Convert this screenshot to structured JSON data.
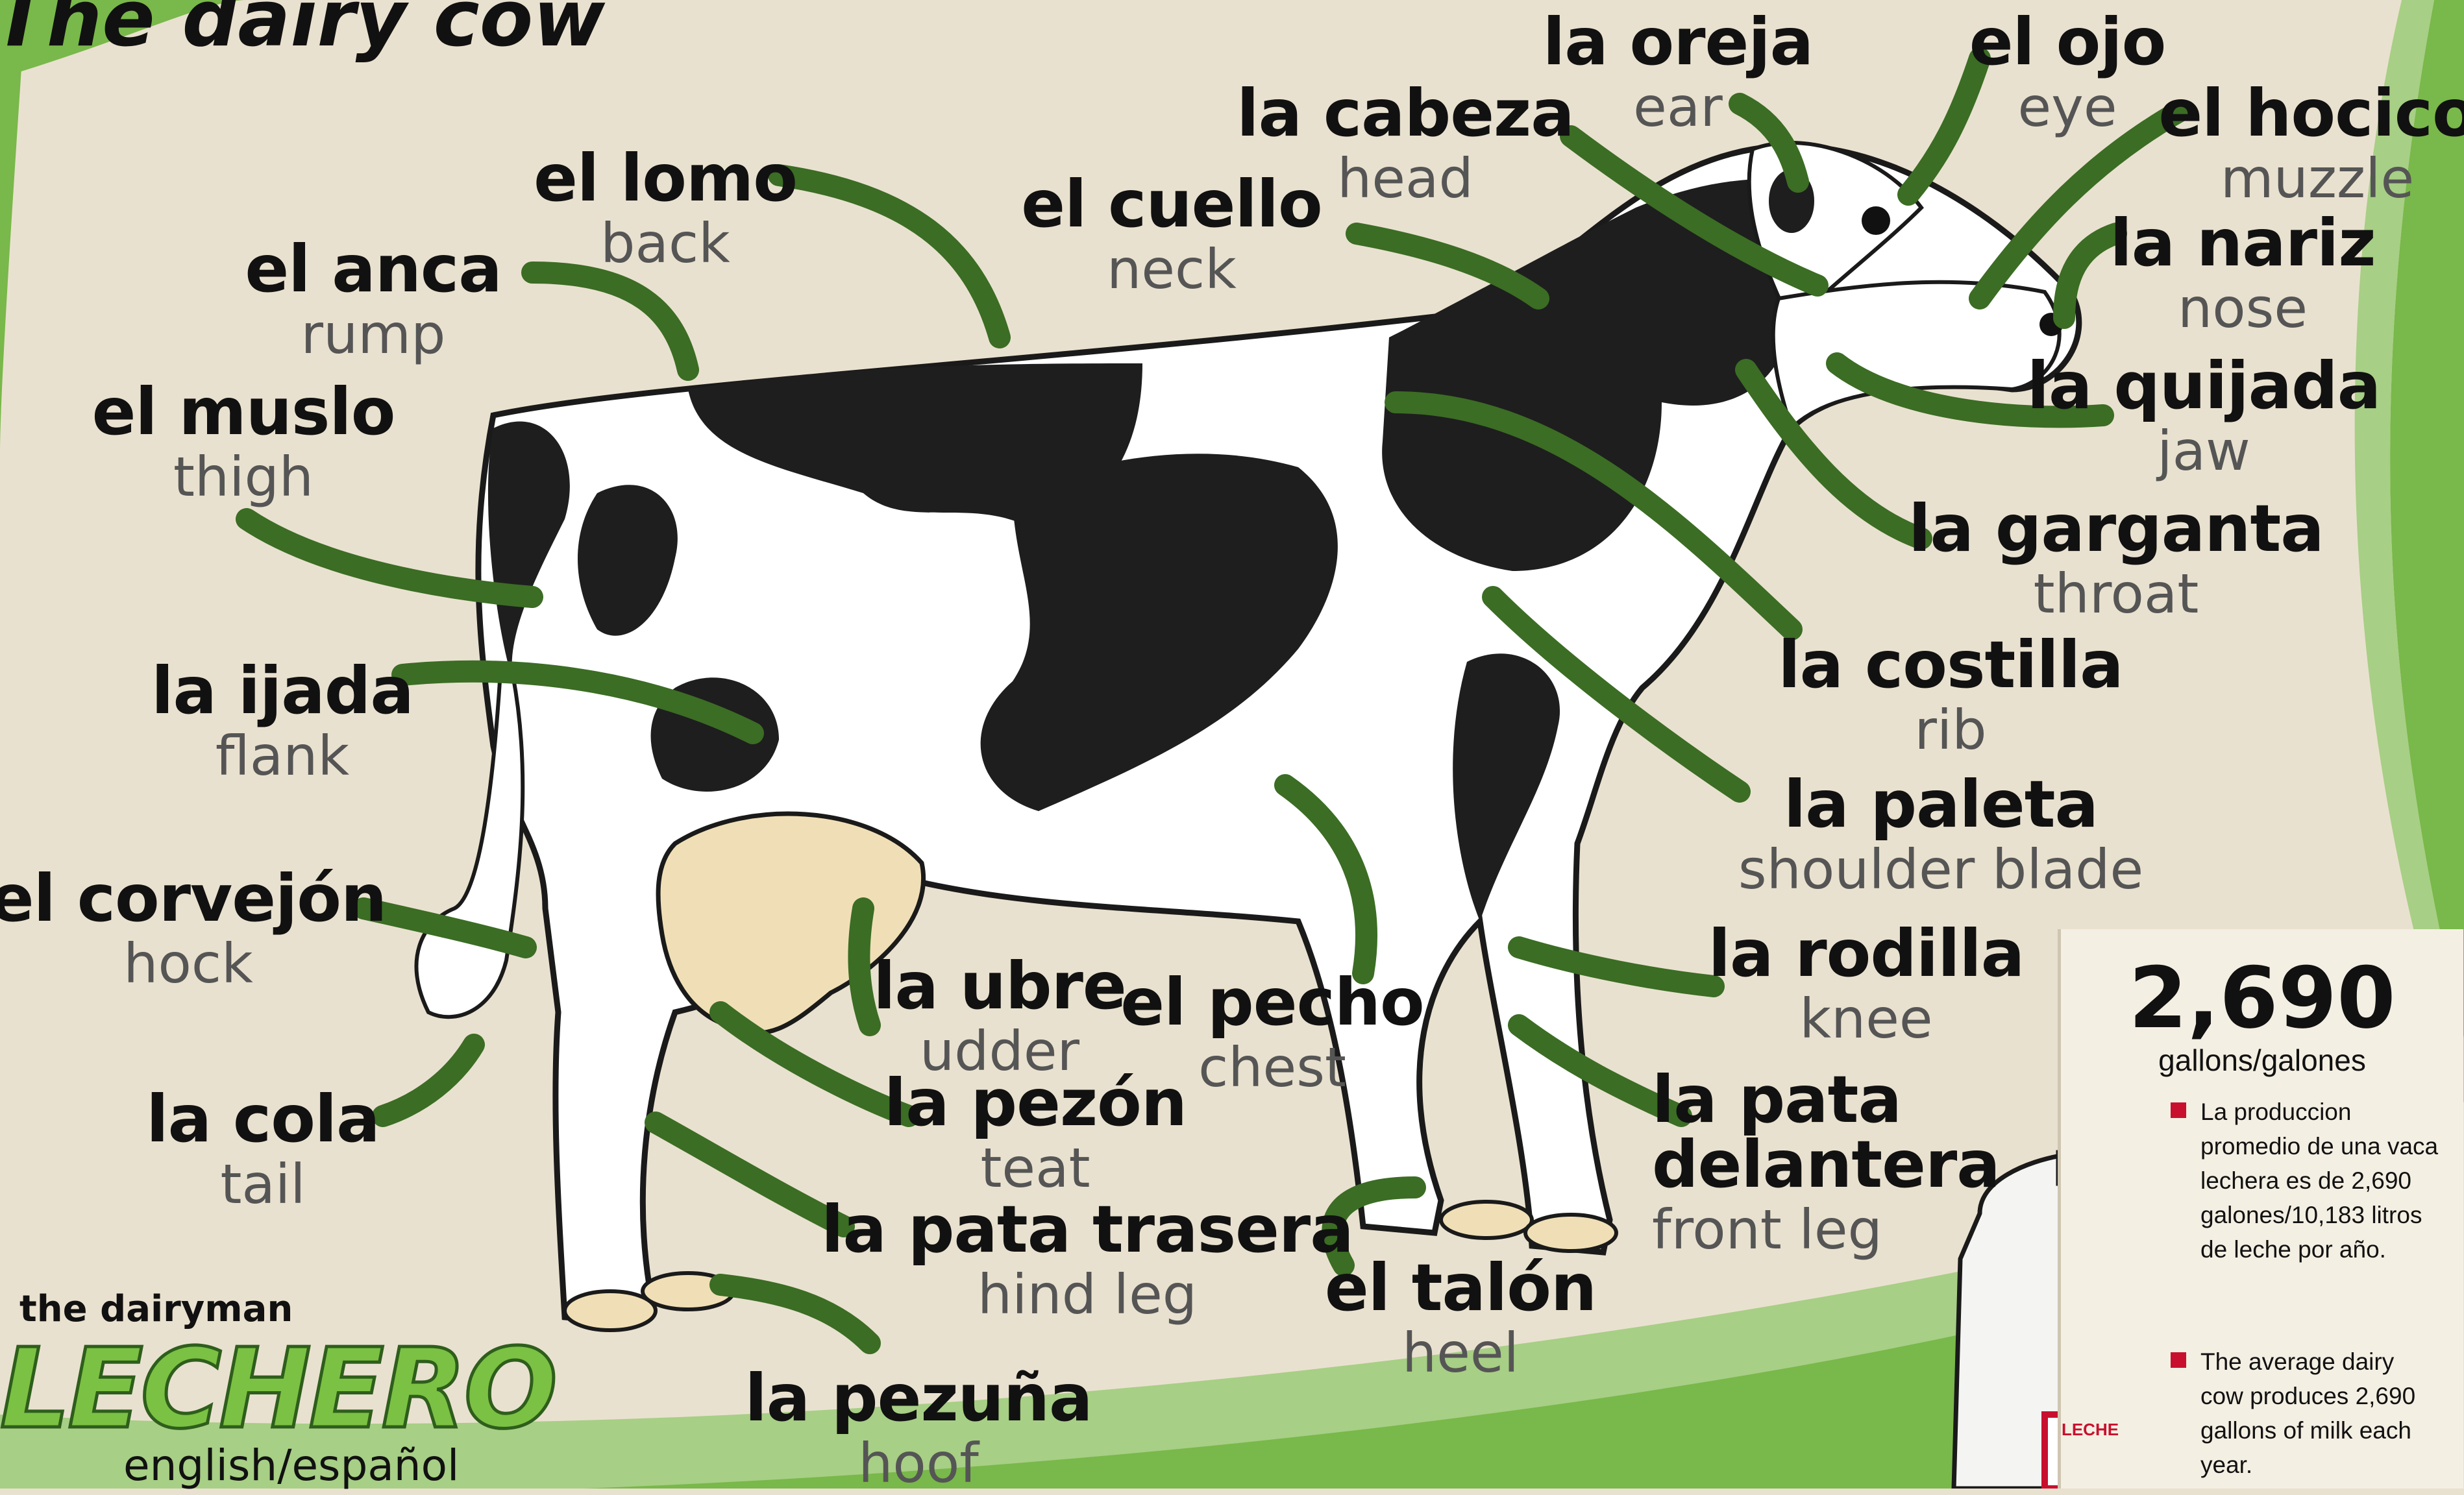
{
  "title": "The dairy cow",
  "brand": {
    "english": "the dairyman",
    "logo": "LECHERO",
    "subtitle": "english/español"
  },
  "labels": [
    {
      "id": "el-lomo",
      "es": "el lomo",
      "en": "back"
    },
    {
      "id": "el-anca",
      "es": "el anca",
      "en": "rump"
    },
    {
      "id": "el-muslo",
      "es": "el muslo",
      "en": "thigh"
    },
    {
      "id": "la-ijada",
      "es": "la ijada",
      "en": "flank"
    },
    {
      "id": "el-corvejon",
      "es": "el corvejón",
      "en": "hock"
    },
    {
      "id": "la-cola",
      "es": "la cola",
      "en": "tail"
    },
    {
      "id": "la-ubre",
      "es": "la ubre",
      "en": "udder"
    },
    {
      "id": "la-pezon",
      "es": "la pezón",
      "en": "teat"
    },
    {
      "id": "la-pata-trasera",
      "es": "la pata trasera",
      "en": "hind leg"
    },
    {
      "id": "la-pezuna",
      "es": "la pezuña",
      "en": "hoof"
    },
    {
      "id": "el-cuello",
      "es": "el cuello",
      "en": "neck"
    },
    {
      "id": "la-cabeza",
      "es": "la cabeza",
      "en": "head"
    },
    {
      "id": "la-oreja",
      "es": "la oreja",
      "en": "ear"
    },
    {
      "id": "el-ojo",
      "es": "el ojo",
      "en": "eye"
    },
    {
      "id": "el-hocico",
      "es": "el hocico",
      "en": "muzzle"
    },
    {
      "id": "la-nariz",
      "es": "la nariz",
      "en": "nose"
    },
    {
      "id": "la-quijada",
      "es": "la quijada",
      "en": "jaw"
    },
    {
      "id": "la-garganta",
      "es": "la garganta",
      "en": "throat"
    },
    {
      "id": "la-costilla",
      "es": "la costilla",
      "en": "rib"
    },
    {
      "id": "la-paleta",
      "es": "la paleta",
      "en": "shoulder blade"
    },
    {
      "id": "la-rodilla",
      "es": "la rodilla",
      "en": "knee"
    },
    {
      "id": "la-pata-delantera",
      "es": "la pata delantera",
      "en": "front leg"
    },
    {
      "id": "el-pecho",
      "es": "el pecho",
      "en": "chest"
    },
    {
      "id": "el-talon",
      "es": "el talón",
      "en": "heel"
    }
  ],
  "fact": {
    "number": "2,690",
    "unit": "gallons/galones",
    "spanish": "La produccion promedio de una vaca lechera es de 2,690 galones/10,183 litros de leche por año.",
    "english": "The average dairy cow produces 2,690 gallons of milk each year.",
    "jug_label": "LECHE"
  },
  "colors": {
    "background": "#e9e1cf",
    "green_band": "#79b84a",
    "arrow": "#3b6d24",
    "spots": "#1e1e1e",
    "udder": "#f0dfb6"
  }
}
